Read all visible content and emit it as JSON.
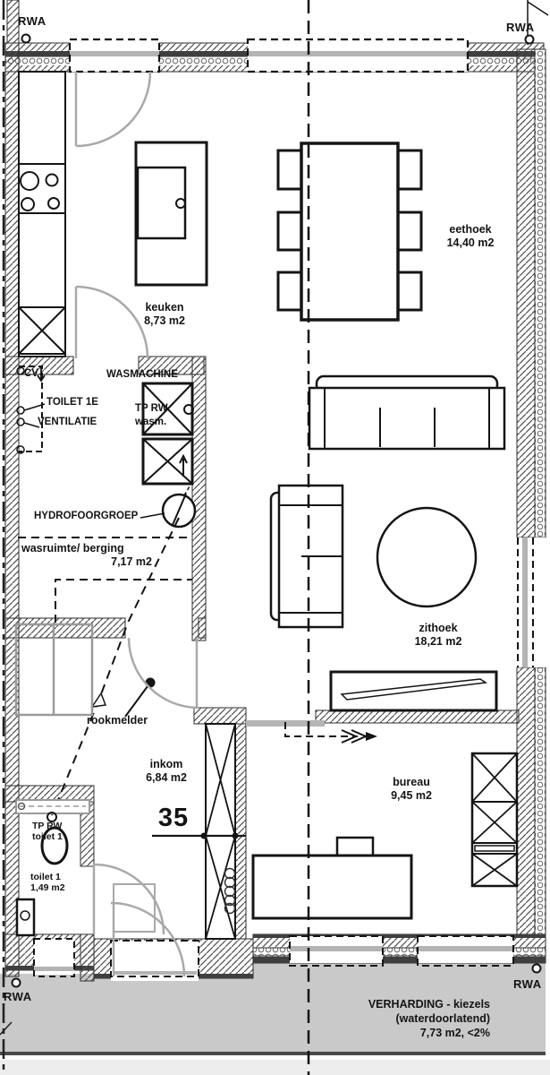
{
  "markers": {
    "rwa_top_left": "RWA",
    "rwa_top_right": "RWA",
    "rwa_bottom_left": "RWA",
    "rwa_bottom_right": "RWA",
    "plan_number": "35"
  },
  "rooms": {
    "keuken": {
      "name": "keuken",
      "area": "8,73 m2"
    },
    "eethoek": {
      "name": "eethoek",
      "area": "14,40 m2"
    },
    "zithoek": {
      "name": "zithoek",
      "area": "18,21 m2"
    },
    "wasruimte": {
      "name": "wasruimte/ berging",
      "area": "7,17 m2"
    },
    "inkom": {
      "name": "inkom",
      "area": "6,84 m2"
    },
    "bureau": {
      "name": "bureau",
      "area": "9,45 m2"
    },
    "toilet": {
      "name": "toilet 1",
      "area": "1,49 m2"
    }
  },
  "equipment": {
    "wasmachine": "WASMACHINE",
    "tp_rw": "TP RW",
    "wasm": "wasm.",
    "toilet_1e": "TOILET 1E",
    "ventilatie": "VENTILATIE",
    "cv": "CV",
    "hydrofoorgroep": "HYDROFOORGROEP",
    "rookmelder": "rookmelder",
    "tp_rw_toilet_line1": "TP RW",
    "tp_rw_toilet_line2": "toilet 1"
  },
  "site": {
    "verharding_line1": "VERHARDING - kiezels",
    "verharding_line2": "(waterdoorlatend)",
    "verharding_line3": "7,73 m2, <2%"
  },
  "colors": {
    "ink": "#141414",
    "wall_dark": "#3f3f3f",
    "door_gray": "#a9a9a9",
    "glass_gray": "#b3b3b3",
    "terrace_gray": "#c9c9c9"
  }
}
